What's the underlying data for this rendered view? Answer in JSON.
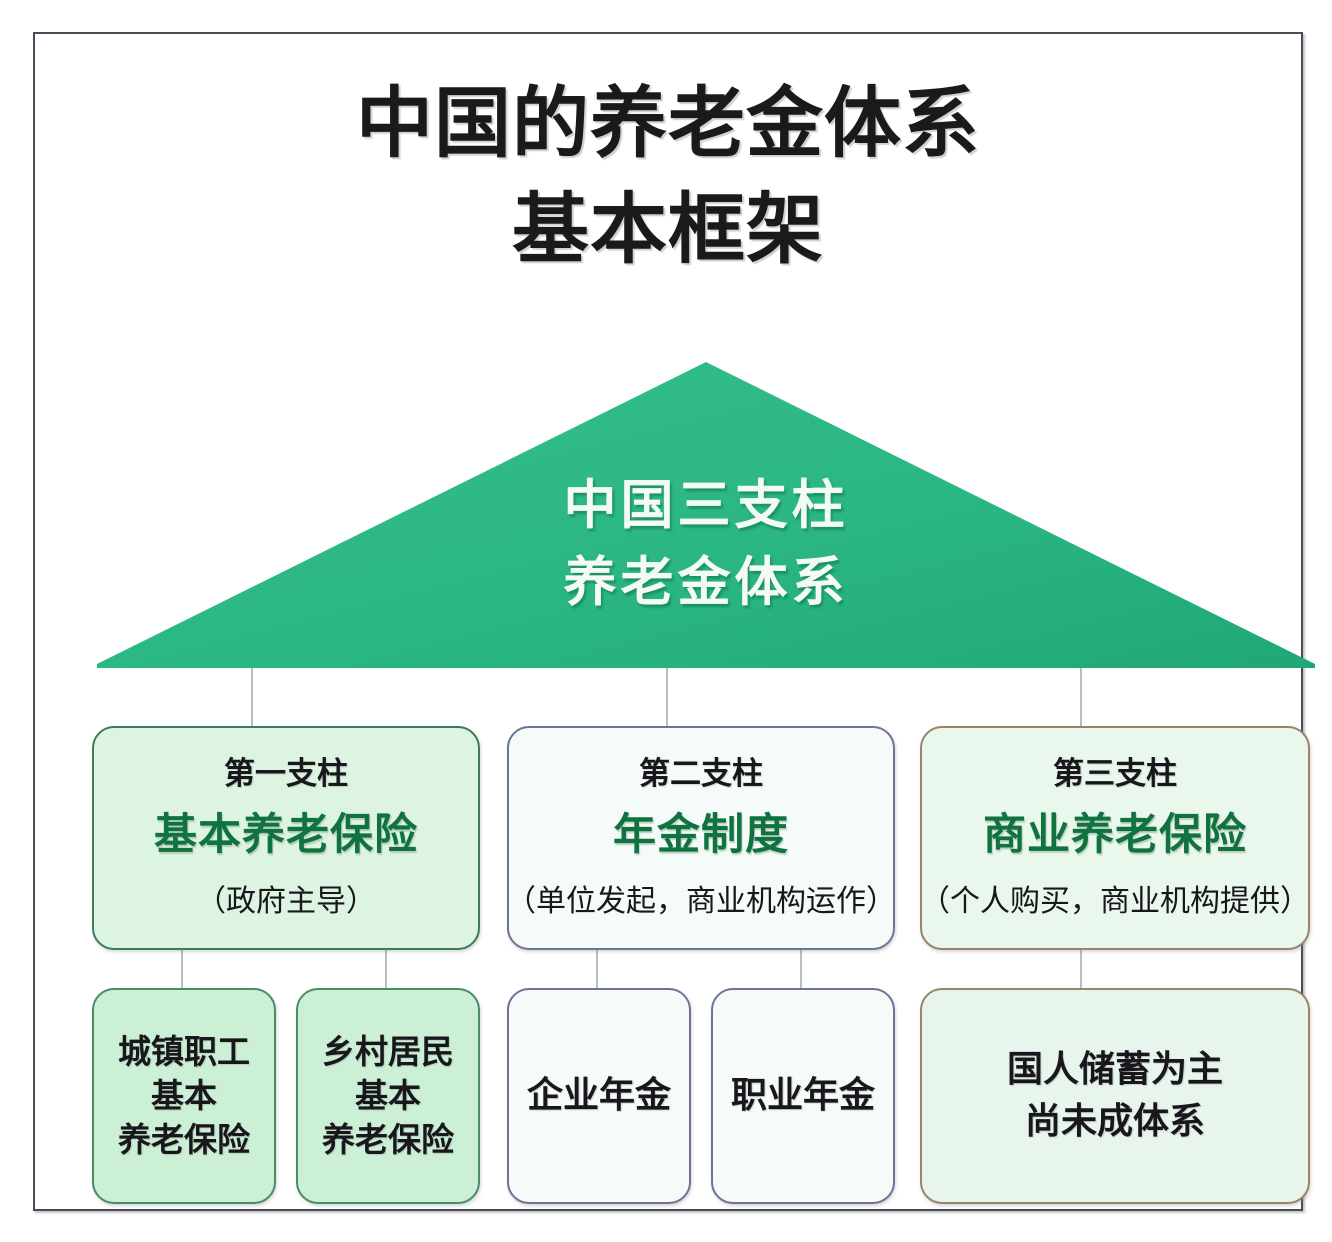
{
  "title": {
    "line1": "中国的养老金体系",
    "line2": "基本框架"
  },
  "triangle": {
    "line1": "中国三支柱",
    "line2": "养老金体系",
    "fill_color": "#2cb484"
  },
  "pillars": [
    {
      "index_label": "第一支柱",
      "name": "基本养老保险",
      "note": "（政府主导）",
      "accent_color": "#3e7b58",
      "background_color": "#dcf4e1",
      "children": [
        {
          "label": "城镇职工\n基本\n养老保险"
        },
        {
          "label": "乡村居民\n基本\n养老保险"
        }
      ]
    },
    {
      "index_label": "第二支柱",
      "name": "年金制度",
      "note": "（单位发起，商业机构运作）",
      "accent_color": "#6d7496",
      "background_color": "#f4fbf8",
      "children": [
        {
          "label": "企业年金"
        },
        {
          "label": "职业年金"
        }
      ]
    },
    {
      "index_label": "第三支柱",
      "name": "商业养老保险",
      "note": "（个人购买，商业机构提供）",
      "accent_color": "#9a8467",
      "background_color": "#eaf7ed",
      "children": [
        {
          "label": "国人储蓄为主\n尚未成体系"
        }
      ]
    }
  ],
  "leaves": {
    "urban_worker": "城镇职工",
    "urban_worker_2": "基本",
    "urban_worker_3": "养老保险",
    "rural_resident": "乡村居民",
    "rural_resident_2": "基本",
    "rural_resident_3": "养老保险",
    "enterprise_annuity": "企业年金",
    "occupational_annuity": "职业年金",
    "savings_1": "国人储蓄为主",
    "savings_2": "尚未成体系"
  }
}
